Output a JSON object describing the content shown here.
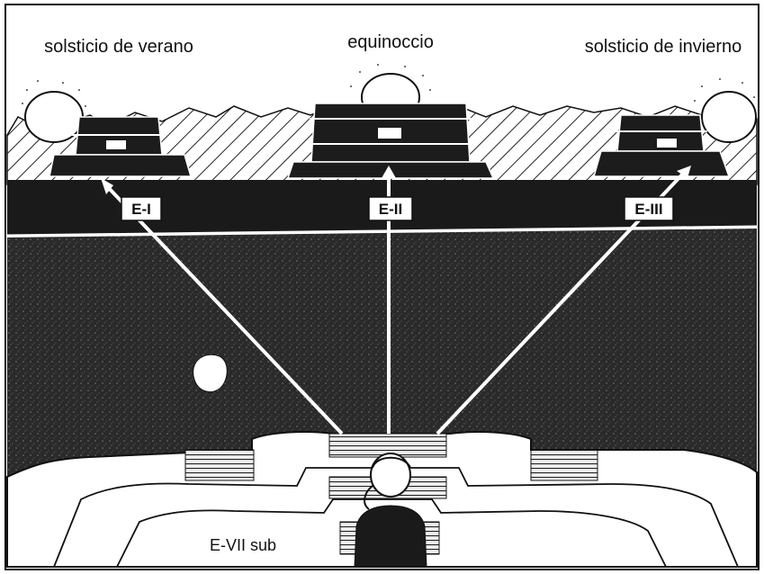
{
  "header_labels": {
    "summer": "solsticio de verano",
    "equinox": "equinoccio",
    "winter": "solsticio de invierno"
  },
  "sightlines": [
    {
      "id": "e1",
      "label": "E-I"
    },
    {
      "id": "e2",
      "label": "E-II"
    },
    {
      "id": "e3",
      "label": "E-III"
    }
  ],
  "observation_platform": {
    "label": "E-VII sub"
  },
  "colors": {
    "ground": "#2b2b2b",
    "pyramid_band": "#1c1c1c",
    "sightline": "#ffffff",
    "paper": "#ffffff",
    "ink": "#111111"
  },
  "icons": [
    "sun-icon",
    "observer-figure",
    "stairs-icon"
  ]
}
